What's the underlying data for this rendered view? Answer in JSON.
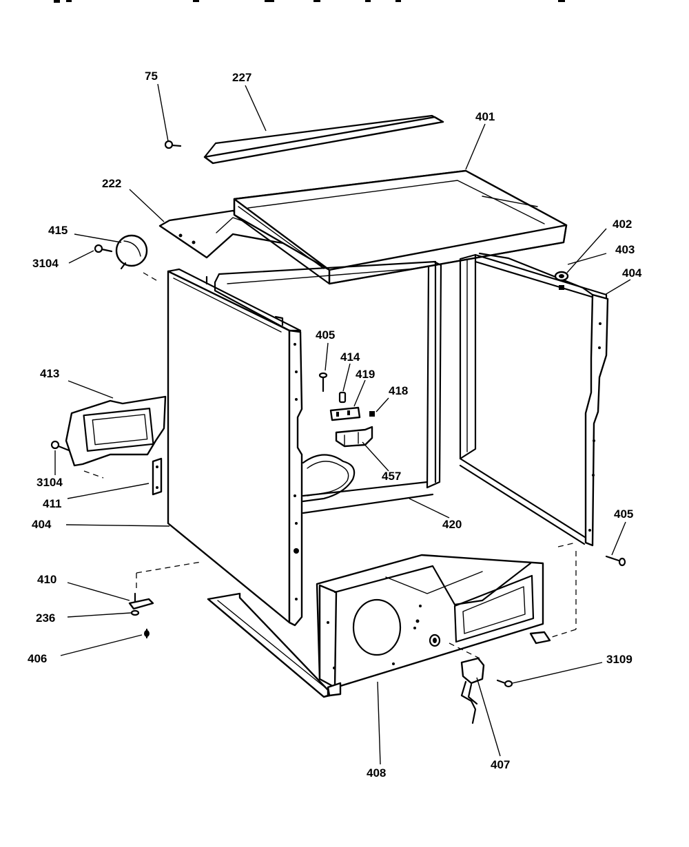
{
  "labels": {
    "p75": "75",
    "p227": "227",
    "p401": "401",
    "p222": "222",
    "p415": "415",
    "p3104a": "3104",
    "p402": "402",
    "p403": "403",
    "p404r": "404",
    "p405a": "405",
    "p414": "414",
    "p419": "419",
    "p418": "418",
    "p413": "413",
    "p457": "457",
    "p3104b": "3104",
    "p411": "411",
    "p404l": "404",
    "p420": "420",
    "p405b": "405",
    "p410": "410",
    "p236": "236",
    "p406": "406",
    "p3109": "3109",
    "p408": "408",
    "p407": "407"
  }
}
